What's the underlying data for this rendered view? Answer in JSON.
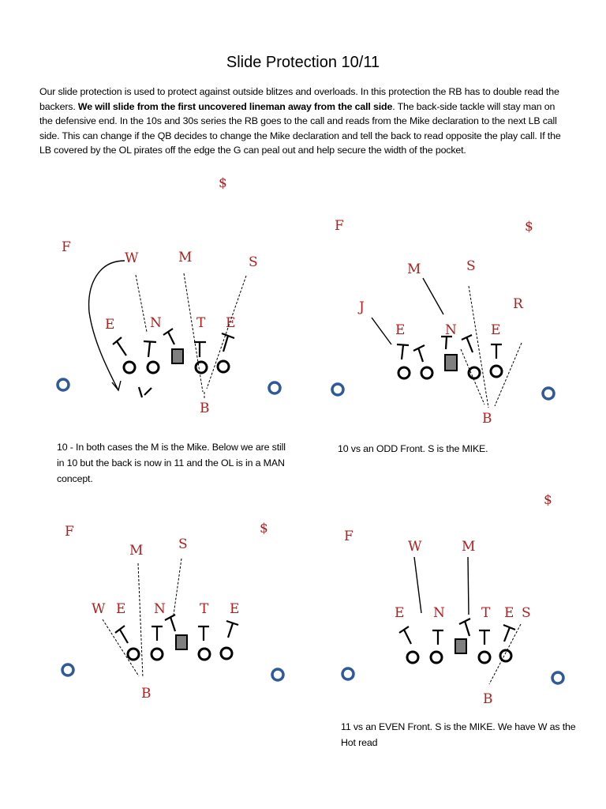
{
  "title": "Slide Protection 10/11",
  "intro": {
    "p1": "Our slide protection is used to protect against outside blitzes and overloads. In this protection the RB has to double read the backers. ",
    "bold": "We will slide from the first uncovered lineman away from the call side",
    "p2": ". The back-side tackle will stay man on the defensive end. In the 10s and 30s series the RB goes to the call and reads from the Mike declaration to the next LB call side.  This can change if the QB decides to change the Mike declaration and tell the back to read opposite the play call.  If the LB covered by the OL pirates off the edge the G can peal out and help secure the width of the pocket."
  },
  "captions": {
    "d1": "10 - In both cases the M is the Mike.  Below we are still in 10 but the back is now in 11 and the OL is in a MAN concept.",
    "d2": "10 vs an ODD Front.  S is the MIKE.",
    "d4": "11 vs an EVEN Front.  S is the MIKE.  We have W as the Hot read"
  },
  "defense_labels": {
    "d1": {
      "F": "F",
      "dollar": "$",
      "W": "W",
      "M": "M",
      "S": "S",
      "E1": "E",
      "N": "N",
      "T": "T",
      "E2": "E",
      "B": "B"
    },
    "d2": {
      "F": "F",
      "dollar": "$",
      "M": "M",
      "S": "S",
      "R": "R",
      "J": "J",
      "E1": "E",
      "N": "N",
      "E2": "E",
      "B": "B"
    },
    "d3": {
      "F": "F",
      "dollar": "$",
      "M": "M",
      "S": "S",
      "W": "W",
      "E1": "E",
      "N": "N",
      "T": "T",
      "E2": "E",
      "B": "B"
    },
    "d4": {
      "F": "F",
      "dollar": "$",
      "W": "W",
      "M": "M",
      "E1": "E",
      "N": "N",
      "T": "T",
      "E2": "E",
      "S": "S",
      "B": "B"
    }
  },
  "colors": {
    "defense": "#b01e1e",
    "receiver": "#2e5a9a",
    "center": "#7f7f7f"
  }
}
